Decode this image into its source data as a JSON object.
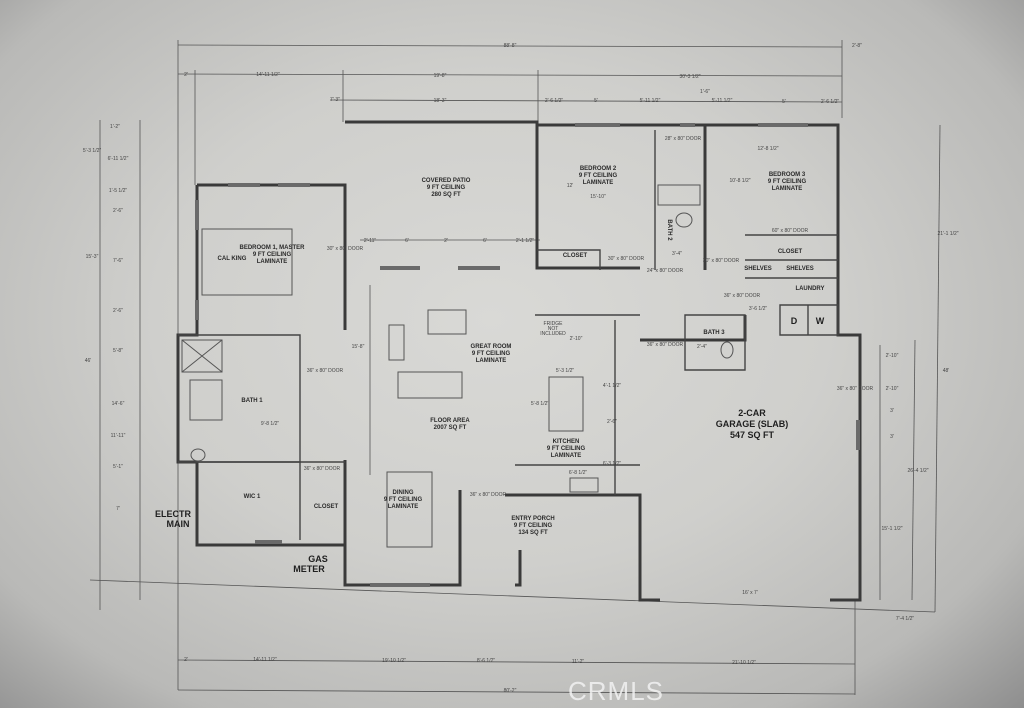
{
  "rooms": {
    "covered_patio": [
      "COVERED PATIO",
      "9 FT CEILING",
      "280 SQ FT"
    ],
    "bedroom1": [
      "BEDROOM 1, MASTER",
      "9 FT CEILING",
      "LAMINATE"
    ],
    "cal_king": "CAL KING",
    "bedroom2": [
      "BEDROOM 2",
      "9 FT CEILING",
      "LAMINATE"
    ],
    "bedroom3": [
      "BEDROOM 3",
      "9 FT CEILING",
      "LAMINATE"
    ],
    "bath1": "BATH 1",
    "bath2": "BATH 2",
    "bath3": "BATH 3",
    "wic1": "WIC 1",
    "closet": "CLOSET",
    "shelves": "SHELVES",
    "laundry": "LAUNDRY",
    "dryer": "D",
    "washer": "W",
    "great_room": [
      "GREAT ROOM",
      "9 FT CEILING",
      "LAMINATE"
    ],
    "floor_area": [
      "FLOOR AREA",
      "2007 SQ FT"
    ],
    "kitchen": [
      "KITCHEN",
      "9 FT CEILING",
      "LAMINATE"
    ],
    "fridge": [
      "FRIDGE",
      "NOT",
      "INCLUDED"
    ],
    "dining": [
      "DINING",
      "9 FT CEILING",
      "LAMINATE"
    ],
    "entry_porch": [
      "ENTRY PORCH",
      "9 FT CEILING",
      "134 SQ FT"
    ],
    "garage": [
      "2-CAR",
      "GARAGE (SLAB)",
      "547 SQ FT"
    ],
    "electr_main": [
      "ELECTR",
      "MAIN"
    ],
    "gas_meter": [
      "GAS",
      "METER"
    ]
  },
  "dimensions": {
    "top_overall": "88'-8\"",
    "top_overhang": "2'-8\"",
    "top_row2": [
      "2'",
      "14'-11 1/2\"",
      "19'-8\"",
      "30'-3 1/2\""
    ],
    "top_row3": [
      "7'-3\"",
      "18'-3\"",
      "2'-6 1/2\"",
      "5'",
      "5'-11 1/2\"",
      "1'-6\"",
      "5'-11 1/2\"",
      "5'",
      "2'-6 1/2\""
    ],
    "bottom_row1": [
      "2'",
      "14'-11 1/2\"",
      "19'-10 1/2\"",
      "8'-6 1/2\"",
      "11'-2\"",
      "21'-10 1/2\""
    ],
    "bottom_overall": "80'-2\"",
    "bedroom2": [
      "12'",
      "15'-10\""
    ],
    "bedroom3": [
      "12'-8 1/2\"",
      "10'-8 1/2\""
    ],
    "patio": [
      "2'-11\"",
      "6'",
      "2'",
      "6'",
      "2'-1 1/2\""
    ],
    "great_room_height": "15'-8\"",
    "kitchen": [
      "5'-3 1/2\"",
      "5'-8 1/2\"",
      "2'-10\"",
      "4'-1 1/2\"",
      "2'-6\"",
      "6'-3 1/2\"",
      "6'-8 1/2\""
    ],
    "bath1": "9'-8 1/2\"",
    "bath2": "3'-4\"",
    "bath3": "2'-4\"",
    "laundry": "3'-6 1/2\"",
    "garage_right": [
      "2'-10\"",
      "2'-10\"",
      "3'",
      "3'",
      "15'-1 1/2\"",
      "26'-4 1/2\"",
      "48'",
      "7'-4 1/2\""
    ],
    "left": [
      "1'-2\"",
      "5'-3 1/2\"",
      "6'-11 1/2\"",
      "1'-5 1/2\"",
      "2'-6\"",
      "15'-3\"",
      "7'-6\"",
      "2'-6\"",
      "5'-8\"",
      "46'",
      "14'-6\"",
      "11'-11\"",
      "5'-1\"",
      "7'"
    ],
    "right_upper": "21'-1 1/2\""
  },
  "doors": {
    "door_30": "30\" x 80\" DOOR",
    "door_36": "36\" x 80\" DOOR",
    "door_28": "28\" x 80\" DOOR",
    "door_24": "24\" x 80\" DOOR",
    "door_60": "60\" x 80\" DOOR",
    "garage_door": "16' x 7'"
  },
  "watermark": "CRMLS"
}
